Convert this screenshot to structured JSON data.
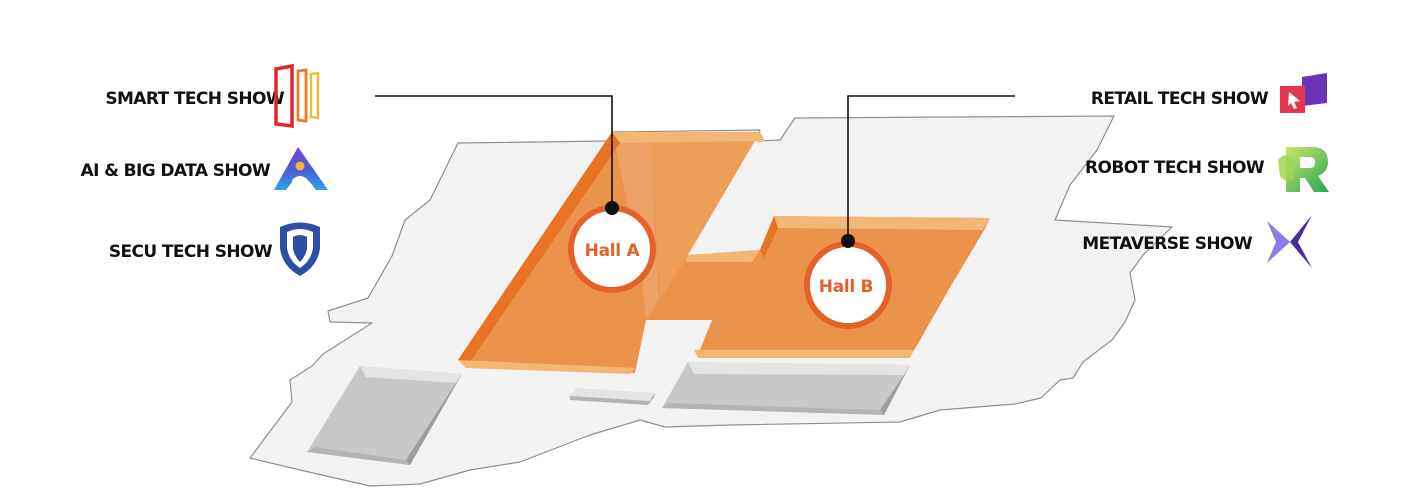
{
  "map": {
    "halls": [
      {
        "id": "hall-a",
        "label": "Hall A"
      },
      {
        "id": "hall-b",
        "label": "Hall B"
      }
    ],
    "shows_left": [
      {
        "label": "SMART TECH SHOW",
        "icon": "smart-tech-show-logo-icon"
      },
      {
        "label": "AI & BIG DATA SHOW",
        "icon": "ai-big-data-show-logo-icon"
      },
      {
        "label": "SECU TECH SHOW",
        "icon": "secu-tech-show-shield-icon"
      }
    ],
    "shows_right": [
      {
        "label": "RETAIL TECH SHOW",
        "icon": "retail-tech-show-cursor-icon"
      },
      {
        "label": "ROBOT TECH SHOW",
        "icon": "robot-tech-show-r-icon"
      },
      {
        "label": "METAVERSE SHOW",
        "icon": "metaverse-show-chevron-icon"
      }
    ]
  },
  "colors": {
    "hall_fill": "#EB924B",
    "hall_edge": "#E77425",
    "hall_light": "#F2B775",
    "hall_circle_ring": "#E4622A",
    "hall_text": "#E4622A",
    "floor_fill": "#F2F2F2",
    "floor_stroke": "#8F8F8F",
    "block_fill": "#C8C8C6",
    "block_edge": "#9D9D9B",
    "leader_line": "#111111"
  }
}
